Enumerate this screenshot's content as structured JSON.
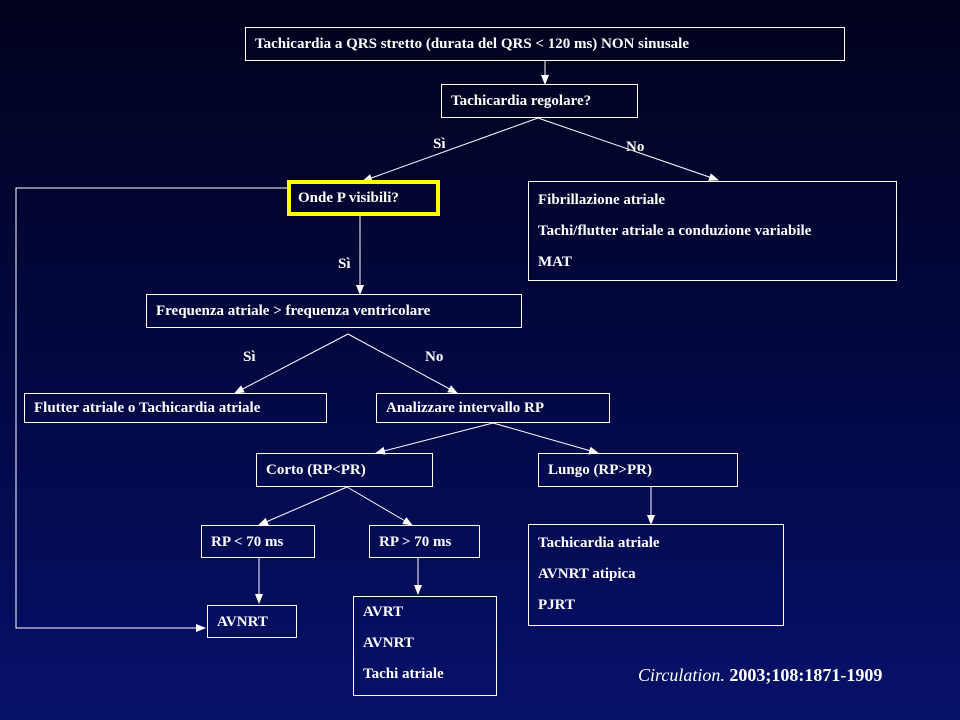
{
  "nodes": {
    "start": "Tachicardia a QRS stretto  (durata del QRS < 120 ms)  NON  sinusale",
    "regular": "Tachicardia regolare?",
    "p_waves": "Onde P visibili?",
    "afib": {
      "lines": [
        "Fibrillazione atriale",
        "Tachi/flutter atriale a conduzione variabile",
        "MAT"
      ]
    },
    "atrial_freq": "Frequenza atriale > frequenza ventricolare",
    "flutter": "Flutter atriale o Tachicardia atriale",
    "analyze_rp": "Analizzare intervallo RP",
    "short_rp": "Corto (RP<PR)",
    "long_rp": "Lungo (RP>PR)",
    "rp_lt70": "RP < 70 ms",
    "rp_gt70": "RP > 70 ms",
    "long_result": {
      "lines": [
        "Tachicardia atriale",
        "AVNRT atipica",
        "PJRT"
      ]
    },
    "avnrt": "AVNRT",
    "gt70_result": {
      "lines": [
        "AVRT",
        "AVNRT",
        "Tachi atriale"
      ]
    }
  },
  "edge_labels": {
    "regular_yes": "Sì",
    "regular_no": "No",
    "p_yes": "Sì",
    "freq_yes": "Sì",
    "freq_no": "No"
  },
  "citation": {
    "journal": "Circulation.",
    "ref": " 2003;108:1871-1909"
  },
  "colors": {
    "background_top": "#01021c",
    "background_bottom": "#06116a",
    "text": "#ffffff",
    "highlight_border": "#ffff00"
  }
}
